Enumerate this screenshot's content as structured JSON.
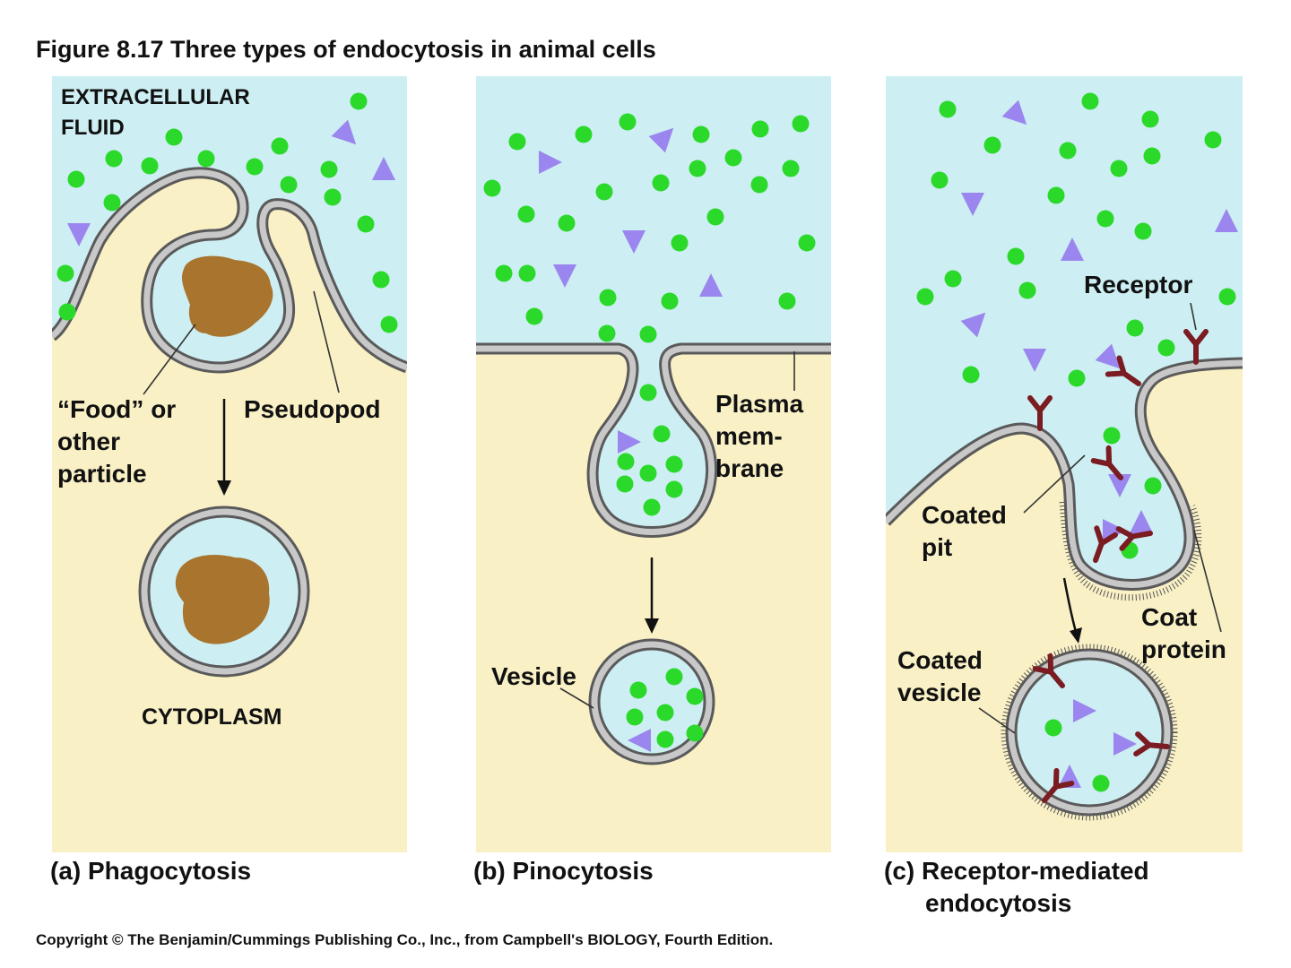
{
  "figure": {
    "title": "Figure 8.17  Three types of endocytosis in animal cells",
    "copyright": "Copyright © The Benjamin/Cummings Publishing Co., Inc., from Campbell's BIOLOGY, Fourth Edition."
  },
  "colors": {
    "extracellular": "#cdeef2",
    "cytoplasm": "#f9f0c6",
    "membrane": "#c8c8c8",
    "membrane_edge": "#5a5a5a",
    "particle_dot": "#2bd92b",
    "particle_triangle": "#9a86ee",
    "food": "#a8742e",
    "receptor": "#7a1c22"
  },
  "icons": [
    "green-dot-molecule-icon",
    "purple-triangle-molecule-icon",
    "receptor-y-icon",
    "food-particle-icon",
    "arrow-down-icon"
  ],
  "panels": {
    "a": {
      "caption": "(a) Phagocytosis",
      "label_extracellular_line1": "EXTRACELLULAR",
      "label_extracellular_line2": "FLUID",
      "label_food_line1": "“Food” or",
      "label_food_line2": "other",
      "label_food_line3": "particle",
      "label_pseudopod": "Pseudopod",
      "label_cytoplasm": "CYTOPLASM"
    },
    "b": {
      "caption": "(b) Pinocytosis",
      "label_plasma_line1": "Plasma",
      "label_plasma_line2": "mem-",
      "label_plasma_line3": "brane",
      "label_vesicle": "Vesicle"
    },
    "c": {
      "caption_line1": "(c) Receptor-mediated",
      "caption_line2": "endocytosis",
      "label_receptor": "Receptor",
      "label_coated_pit_line1": "Coated",
      "label_coated_pit_line2": "pit",
      "label_coat_protein_line1": "Coat",
      "label_coat_protein_line2": "protein",
      "label_coated_vesicle_line1": "Coated",
      "label_coated_vesicle_line2": "vesicle"
    }
  }
}
